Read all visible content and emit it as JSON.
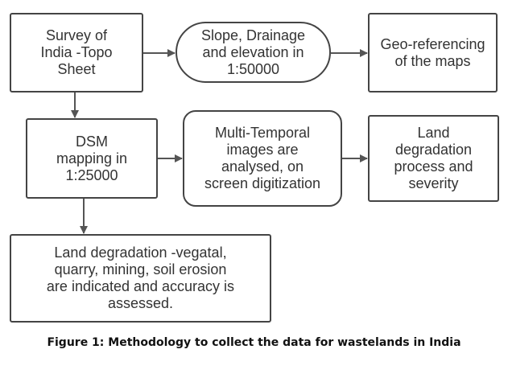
{
  "nodes": {
    "survey": {
      "text": "Survey of\nIndia -Topo\nSheet"
    },
    "slope": {
      "text": "Slope, Drainage\nand elevation in\n1:50000"
    },
    "georef": {
      "text": "Geo-referencing\nof the maps"
    },
    "dsm": {
      "text": "DSM\nmapping in\n1:25000"
    },
    "multi": {
      "text": "Multi-Temporal\nimages are\nanalysed, on\nscreen digitization"
    },
    "land": {
      "text": "Land\ndegradation\nprocess and\nseverity"
    },
    "vegatal": {
      "text": "Land degradation -vegatal,\nquarry, mining, soil erosion\nare indicated and accuracy is\nassessed."
    }
  },
  "edges": [
    {
      "from": "survey",
      "to": "slope"
    },
    {
      "from": "slope",
      "to": "georef"
    },
    {
      "from": "survey",
      "to": "dsm"
    },
    {
      "from": "dsm",
      "to": "multi"
    },
    {
      "from": "multi",
      "to": "land"
    },
    {
      "from": "dsm",
      "to": "vegatal"
    }
  ],
  "caption": "Figure 1: Methodology to collect the data for wastelands in India",
  "colors": {
    "stroke": "#444444",
    "text": "#333333",
    "background": "#ffffff"
  }
}
